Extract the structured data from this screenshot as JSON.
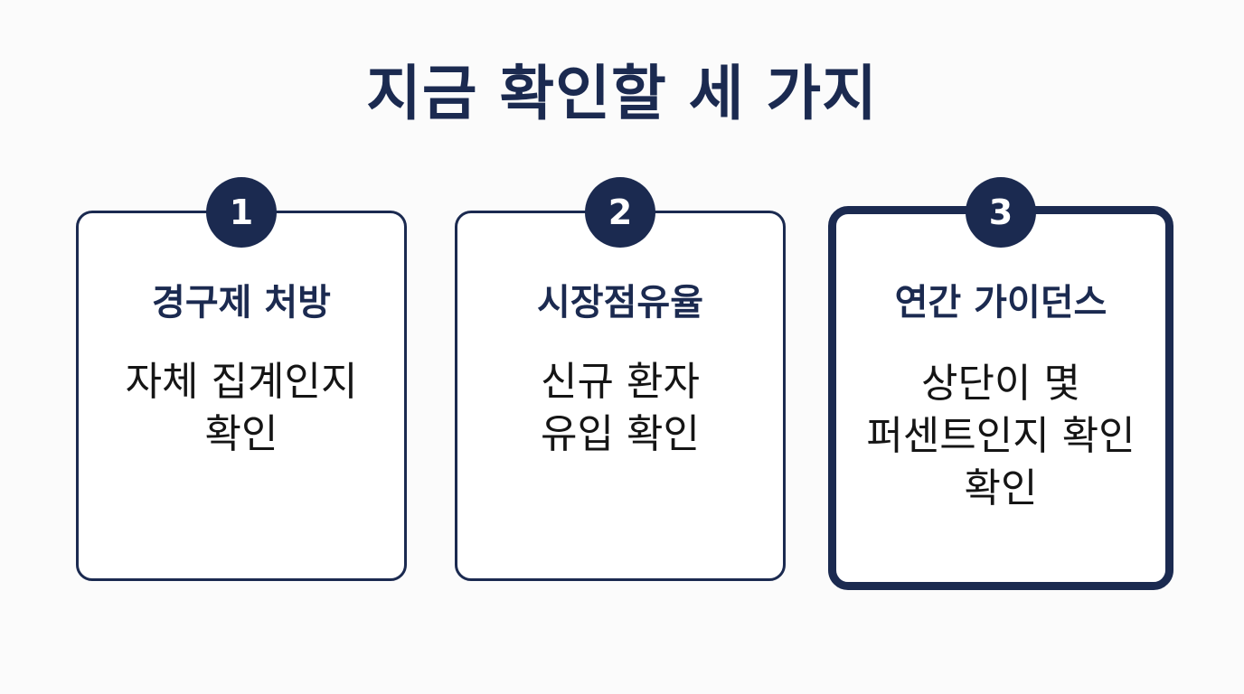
{
  "title": "지금 확인할 세 가지",
  "cards": [
    {
      "number": "1",
      "heading": "경구제 처방",
      "lines": [
        "자체 집계인지",
        "확인"
      ]
    },
    {
      "number": "2",
      "heading": "시장점유율",
      "lines": [
        "신규 환자",
        "유입 확인"
      ]
    },
    {
      "number": "3",
      "heading": "연간 가이던스",
      "lines": [
        "상단이 몇",
        "퍼센트인지 확인",
        "확인"
      ]
    }
  ],
  "colors": {
    "navy": "#1b2a50",
    "background": "#fbfbfb",
    "card_background": "#ffffff"
  }
}
